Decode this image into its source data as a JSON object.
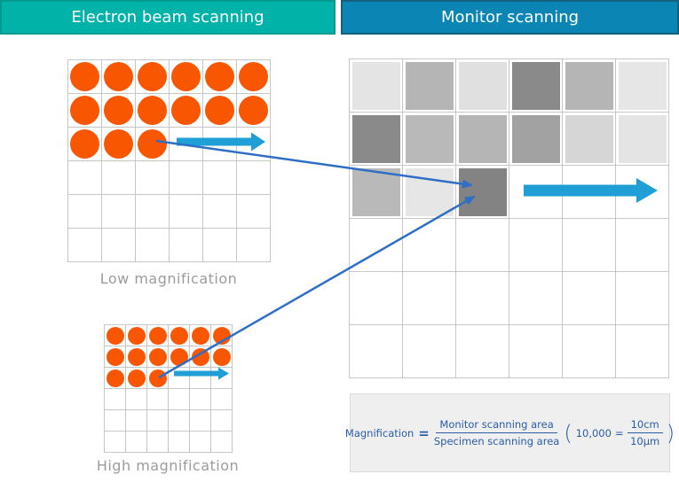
{
  "headers": {
    "left": {
      "label": "Electron beam scanning"
    },
    "right": {
      "label": "Monitor scanning"
    }
  },
  "specimen": {
    "low": {
      "label": "Low magnification",
      "rows": 6,
      "cols": 6,
      "filled_per_row": [
        6,
        6,
        3,
        0,
        0,
        0
      ]
    },
    "high": {
      "label": "High magnification",
      "rows": 6,
      "cols": 6,
      "filled_per_row": [
        6,
        6,
        3,
        0,
        0,
        0
      ]
    }
  },
  "monitor": {
    "rows": 6,
    "cols": 6,
    "cell_shades": [
      [
        "#E4E4E4",
        "#B5B5B5",
        "#E0E0E0",
        "#8A8A8A",
        "#B5B5B5",
        "#E6E6E6"
      ],
      [
        "#8A8A8A",
        "#B9B9B9",
        "#B5B5B5",
        "#A2A2A2",
        "#D6D6D6",
        "#E4E4E4"
      ],
      [
        "#B9B9B9",
        "#E6E6E6",
        "#838383",
        null,
        null,
        null
      ],
      [
        null,
        null,
        null,
        null,
        null,
        null
      ],
      [
        null,
        null,
        null,
        null,
        null,
        null
      ],
      [
        null,
        null,
        null,
        null,
        null,
        null
      ]
    ]
  },
  "formula": {
    "lhs": "Magnification",
    "equals": "=",
    "fraction": {
      "numerator": "Monitor scanning area",
      "denominator": "Specimen scanning area"
    },
    "example": {
      "open_paren": "(",
      "value": "10,000",
      "equals": "=",
      "numerator": "10cm",
      "denominator": "10µm",
      "close_paren": ")"
    }
  },
  "colors": {
    "header_left_bg": "#00B2A8",
    "header_left_border": "#009A91",
    "header_right_bg": "#0B86B4",
    "header_right_border": "#14607F",
    "beam_dot": "#F95602",
    "scan_arrow": "#209FD6",
    "connector": "#2E6EC4",
    "grid_line": "#C6C6C6",
    "label_text": "#9C9C9C",
    "formula_text": "#2A5CA8",
    "formula_bg": "#EFEFEF",
    "formula_border": "#DBDBDB"
  }
}
